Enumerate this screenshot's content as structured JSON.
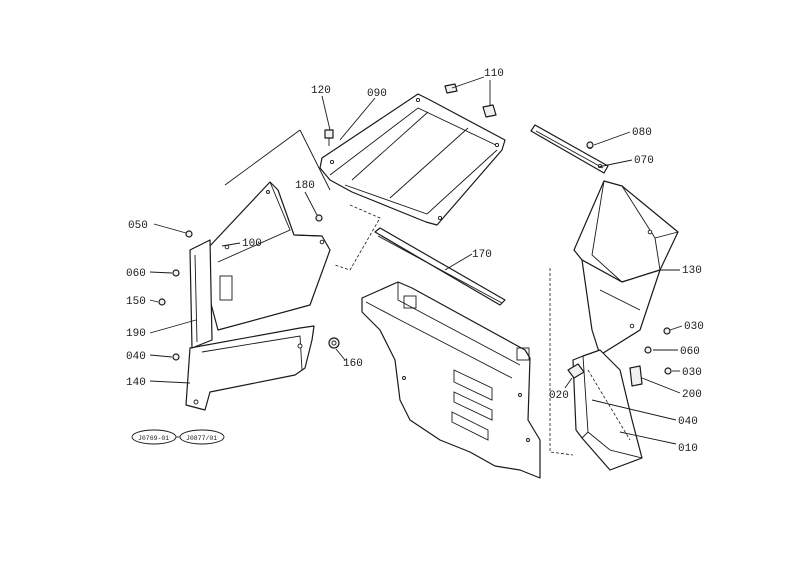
{
  "callouts": [
    {
      "id": "c110",
      "text": "110"
    },
    {
      "id": "c120",
      "text": "120"
    },
    {
      "id": "c090",
      "text": "090"
    },
    {
      "id": "c080",
      "text": "080"
    },
    {
      "id": "c070",
      "text": "070"
    },
    {
      "id": "c180",
      "text": "180"
    },
    {
      "id": "c050",
      "text": "050"
    },
    {
      "id": "c100",
      "text": "100"
    },
    {
      "id": "c170",
      "text": "170"
    },
    {
      "id": "c130",
      "text": "130"
    },
    {
      "id": "c060a",
      "text": "060"
    },
    {
      "id": "c150",
      "text": "150"
    },
    {
      "id": "c030a",
      "text": "030"
    },
    {
      "id": "c190",
      "text": "190"
    },
    {
      "id": "c060b",
      "text": "060"
    },
    {
      "id": "c040a",
      "text": "040"
    },
    {
      "id": "c160",
      "text": "160"
    },
    {
      "id": "c030b",
      "text": "030"
    },
    {
      "id": "c140",
      "text": "140"
    },
    {
      "id": "c200",
      "text": "200"
    },
    {
      "id": "c020",
      "text": "020"
    },
    {
      "id": "c040b",
      "text": "040"
    },
    {
      "id": "c010",
      "text": "010"
    }
  ],
  "references": {
    "ref_a": "J0769-01",
    "ref_b": "J0877/01"
  }
}
